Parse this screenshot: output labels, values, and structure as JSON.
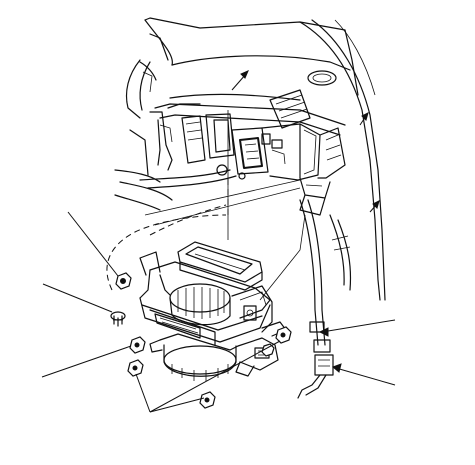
{
  "figure": {
    "background": "#ffffff",
    "line_color": "#111111",
    "callouts": [
      {
        "id": "upper-nut",
        "label": ""
      },
      {
        "id": "left-screw",
        "label": ""
      },
      {
        "id": "lower-left-bolt",
        "label": ""
      },
      {
        "id": "bottom-bolts",
        "label": ""
      },
      {
        "id": "right-connector-upper",
        "label": ""
      },
      {
        "id": "right-connector-lower",
        "label": ""
      }
    ]
  }
}
